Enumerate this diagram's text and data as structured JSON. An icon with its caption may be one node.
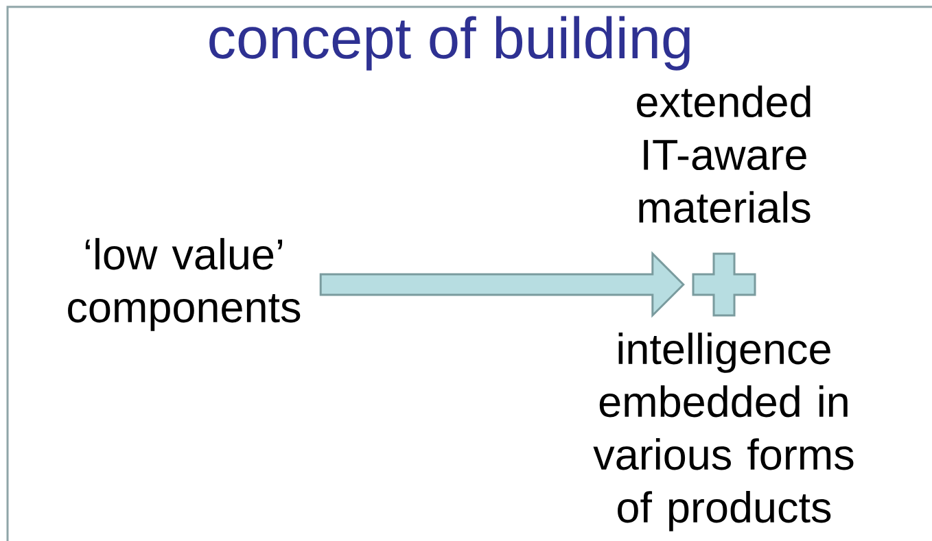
{
  "diagram": {
    "title": "concept of building",
    "nodes": [
      {
        "text": [
          "‘low value’ components"
        ]
      },
      {
        "text": [
          "extended IT-aware materials"
        ]
      },
      {
        "text": [],
        "shape": "cross"
      },
      {
        "text": [
          "intelligence embedded in various forms of products"
        ]
      }
    ],
    "edges": [
      {
        "from": 0,
        "to": 2,
        "arrow": "to",
        "style": "thick"
      }
    ]
  }
}
